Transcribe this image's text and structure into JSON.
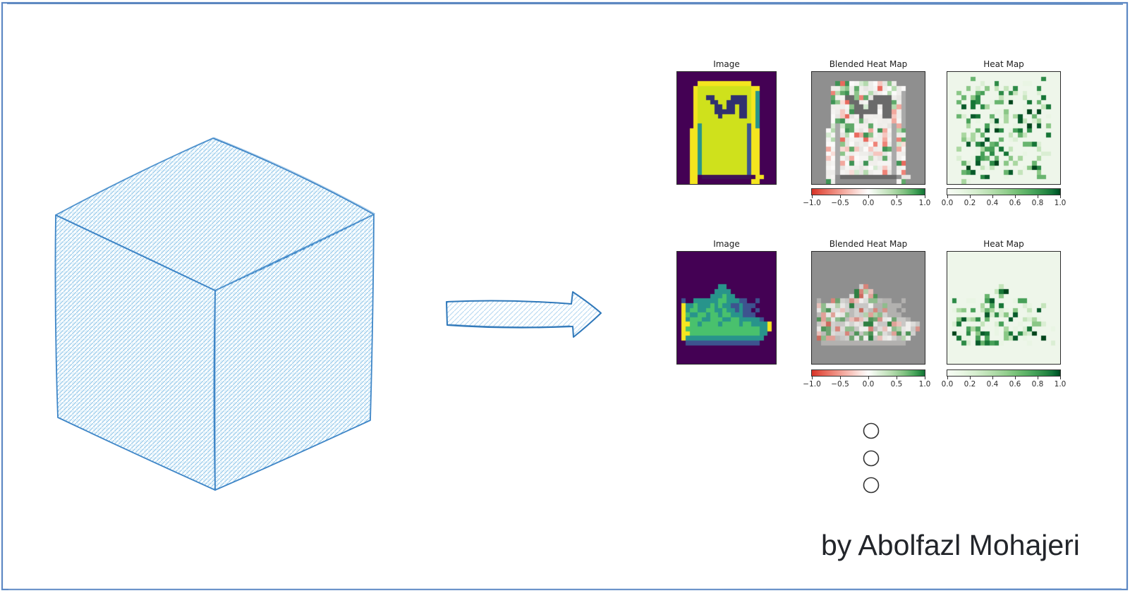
{
  "page": {
    "background": "#ffffff",
    "border_color": "#5d88c4"
  },
  "author_credit": "by Abolfazl Mohajeri",
  "sketch": {
    "cube": {
      "stroke": "#3f86c7",
      "hatch": "#9dcdec"
    },
    "arrow": {
      "stroke": "#2f78ba",
      "hatch": "#bcdcf2"
    }
  },
  "dots": {
    "count": 3,
    "stroke": "#333333"
  },
  "figure_rows": [
    {
      "subject": "pullover sample",
      "seed": 42,
      "panels": [
        {
          "title": "Image"
        },
        {
          "title": "Blended Heat Map"
        },
        {
          "title": "Heat Map"
        }
      ],
      "colorbars": [
        {
          "colormap": "red-white-green",
          "ticks": [
            "−1.0",
            "−0.5",
            "0.0",
            "0.5",
            "1.0"
          ]
        },
        {
          "colormap": "white-green",
          "ticks": [
            "0.0",
            "0.2",
            "0.4",
            "0.6",
            "0.8",
            "1.0"
          ]
        }
      ],
      "palette": {
        ".": "#440154",
        "Y": "#f4e51f",
        "L": "#cfe11c",
        "G": "#5ec962",
        "T": "#27958d",
        "B": "#3b5691",
        "D": "#303070",
        "d": "#3c1357"
      },
      "image_grid": [
        "........................",
        "........................",
        ".....YYYYYYYYYYYYY......",
        "....YLLLLLLLLLLLLLYY....",
        "....YLLLLLLLLLLLLLYT....",
        "....YLLDDLLLLDDDDLYT....",
        "....YLLLDDLLDDDDDLYT....",
        "....YLLLLDDLDDLDDLYT....",
        "....YLLLLDDDDDLDDLYT....",
        "....YLLLLLDLLLLDDLYT....",
        "....YLLLLLLLLLLLLLYT....",
        "....YTLLLLLLLLLLLBYT....",
        "...YYTLLLLLLLLLLLBYY....",
        "...YYTLLLLLLLLLLLBYY....",
        "...YYTLLLLLLLLLLLBYY....",
        "...YYTLLLLLLLLLLLBYY....",
        "...YYTLLLLLLLLLLLBYY....",
        "...YYTLLLLLLLLLLLBYY....",
        "...YYTLLLLLLLLLLLBYY....",
        "...YYTLLLLLLLLLLLBYY....",
        "...YYTLLLLLLLLLLLBYY....",
        "...YYTLLLLLLLLLLLBYY....",
        "...YY.dddddddddddd.YY...",
        "...YY.............YY...."
      ],
      "blended": {
        "bg": "#8f8f8f",
        "dark": "#6a6a6a",
        "edge": "#a9a9a9",
        "dark_chars": "Dd",
        "edge_chars": "TBG",
        "p_red": 0.2,
        "p_green": 0.22,
        "red_tints": [
          "#ef8277",
          "#f2a89e",
          "#f6c6bf",
          "#f9dcd7",
          "#e96a5e"
        ],
        "green_tints": [
          "#5fa969",
          "#8cc48a",
          "#b4daae",
          "#d4ead0",
          "#3f9355"
        ],
        "neutrals": [
          "#f5f4f2",
          "#eeedea",
          "#e7e5e2",
          "#fbfaf9",
          "#f1efec"
        ]
      },
      "heat": {
        "bg": "#eef6ea",
        "p_inside": 0.5,
        "p_outside": 0.16,
        "bounds": [
          1,
          22,
          2,
          21
        ],
        "ramp": [
          "#e9f5e4",
          "#daeed3",
          "#c4e4bb",
          "#a9d7a0",
          "#8ac786",
          "#68b46e",
          "#47a058",
          "#2c8a46",
          "#167536",
          "#085a2a",
          "#00441b"
        ]
      }
    },
    {
      "subject": "sneaker sample",
      "seed": 7,
      "panels": [
        {
          "title": "Image"
        },
        {
          "title": "Blended Heat Map"
        },
        {
          "title": "Heat Map"
        }
      ],
      "colorbars": [
        {
          "colormap": "red-white-green",
          "ticks": [
            "−1.0",
            "−0.5",
            "0.0",
            "0.5",
            "1.0"
          ]
        },
        {
          "colormap": "white-green",
          "ticks": [
            "0.0",
            "0.2",
            "0.4",
            "0.6",
            "0.8",
            "1.0"
          ]
        }
      ],
      "palette": {
        ".": "#440154",
        "Y": "#f6e620",
        "G": "#49c16d",
        "T": "#28948b",
        "B": "#3d538f"
      },
      "image_grid": [
        "........................",
        "........................",
        "........................",
        "........................",
        "........................",
        "........................",
        "........................",
        "..........TT............",
        ".........TTTT...........",
        "........TTTGTT..........",
        ".B..TTTTTTGGTTTBB..B....",
        ".YTTGTTTGTGTTBBTBBB.....",
        ".YTGGTTGGTTGTTBTBB.B....",
        ".YGTTGGTGGTGGTTTBBB.....",
        ".YTGGGTTGGGTTGGTTTTTB...",
        ".YYGGTGGGGTGGGGTGGTTTTY.",
        ".YGGGGGGGGGGGGGGGGGGTTY.",
        ".YYGGGGGGGGGGGGGGGGGTT..",
        ".YTTTTTTTTTTTTTTTTTTT...",
        "..BBBBBBBBBBBBBBBBBB....",
        "........................",
        "........................",
        "........................",
        "........................"
      ],
      "blended": {
        "bg": "#8f8f8f",
        "dark": "#7a7a7a",
        "edge": "#b2b1af",
        "dark_chars": "",
        "edge_chars": "B",
        "p_red": 0.26,
        "p_green": 0.24,
        "red_tints": [
          "#d8847a",
          "#e0a198",
          "#cc6a5e",
          "#e9c0ba",
          "#d79188"
        ],
        "green_tints": [
          "#6ea370",
          "#8fbc8d",
          "#4e9458",
          "#b2d0ab",
          "#2f7f42"
        ],
        "neutrals": [
          "#dddcda",
          "#d2d1cf",
          "#c8c7c5",
          "#e8e7e5",
          "#f0efed",
          "#bcbbb9"
        ]
      },
      "heat": {
        "bg": "#eef6ea",
        "p_inside": 0.48,
        "p_outside": 0.02,
        "bounds": [
          7,
          19,
          1,
          23
        ],
        "ramp": [
          "#e9f5e4",
          "#daeed3",
          "#c4e4bb",
          "#a9d7a0",
          "#8ac786",
          "#68b46e",
          "#47a058",
          "#2c8a46",
          "#167536",
          "#085a2a",
          "#00441b"
        ]
      }
    }
  ]
}
